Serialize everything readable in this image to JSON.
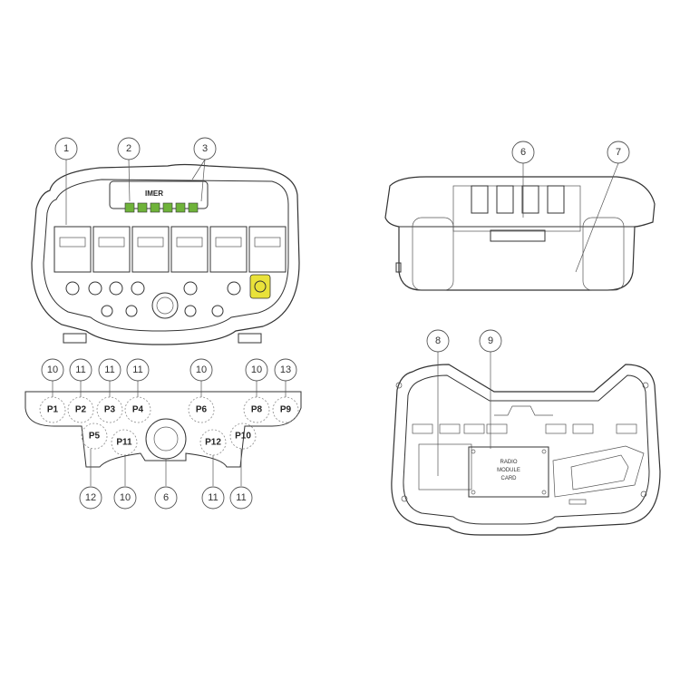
{
  "views": {
    "front": {
      "logo": "IMER",
      "callouts": [
        "1",
        "2",
        "3"
      ]
    },
    "rear": {
      "callouts": [
        "6",
        "7"
      ]
    },
    "panel": {
      "top_callouts": [
        "10",
        "11",
        "11",
        "11",
        "10",
        "10",
        "13"
      ],
      "top_positions": [
        "P1",
        "P2",
        "P3",
        "P4",
        "P6",
        "P8",
        "P9"
      ],
      "lower_positions": [
        "P5",
        "P11",
        "P12",
        "P10"
      ],
      "bottom_callouts": [
        "12",
        "10",
        "6",
        "11",
        "11"
      ]
    },
    "inside": {
      "callouts": [
        "8",
        "9"
      ],
      "card_label": [
        "RADIO",
        "MODULE",
        "CARD"
      ]
    }
  }
}
